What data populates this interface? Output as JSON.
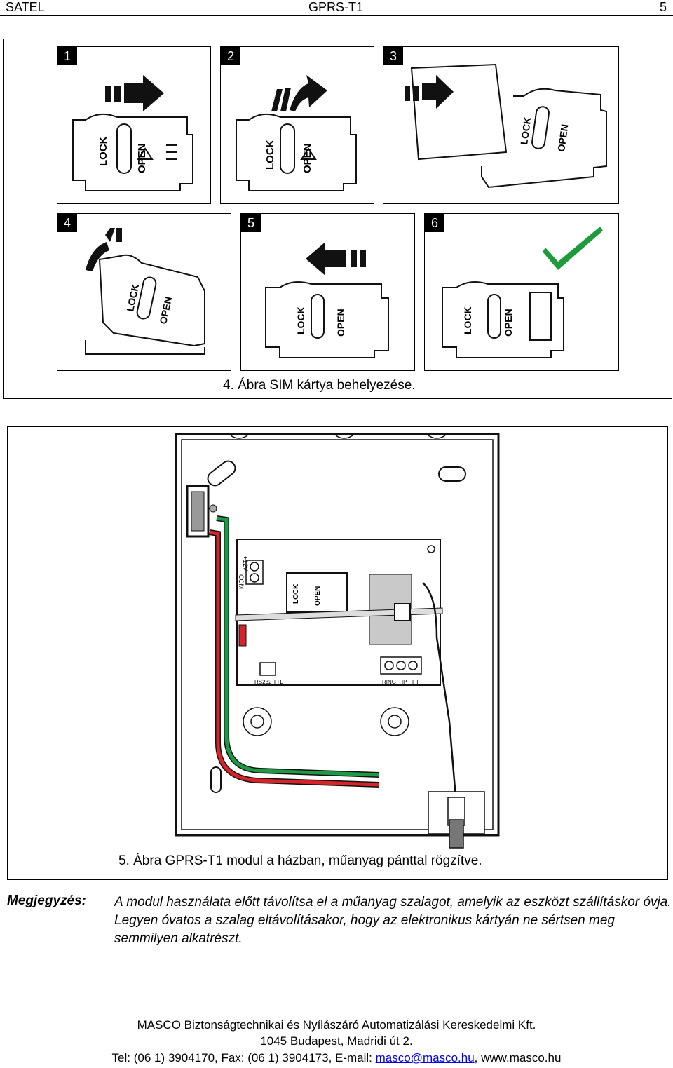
{
  "header": {
    "left": "SATEL",
    "center": "GPRS-T1",
    "page": "5"
  },
  "figure4": {
    "panels": [
      {
        "num": "1"
      },
      {
        "num": "2"
      },
      {
        "num": "3"
      },
      {
        "num": "4"
      },
      {
        "num": "5"
      },
      {
        "num": "6"
      }
    ],
    "holder_lock": "LOCK",
    "holder_open": "OPEN",
    "caption": "4. Ábra SIM kártya behelyezése."
  },
  "figure5": {
    "terminal_power": "+12V",
    "terminal_com": "COM",
    "sim_lock": "LOCK",
    "sim_open": "OPEN",
    "rs232": "RS232 TTL",
    "ring": "RING",
    "tip": "TIP",
    "ft": "FT",
    "caption": "5. Ábra GPRS-T1 modul a házban, műanyag pánttal rögzítve."
  },
  "note": {
    "label": "Megjegyzés:",
    "text": "A modul használata előtt távolítsa el a műanyag szalagot, amelyik az eszközt szállításkor óvja. Legyen óvatos a szalag eltávolításakor, hogy az elektronikus kártyán ne sértsen meg semmilyen alkatrészt."
  },
  "footer": {
    "company": "MASCO Biztonságtechnikai és Nyílászáró Automatizálási Kereskedelmi Kft.",
    "address": "1045 Budapest, Madridi út 2.",
    "contact_prefix": "Tel: (06 1) 3904170, Fax: (06 1) 3904173, E-mail: ",
    "email": "masco@masco.hu",
    "contact_sep": ", ",
    "web": "www.masco.hu"
  },
  "colors": {
    "wire_red": "#d8232a",
    "wire_green": "#1a9a45",
    "check_green": "#1d9a3c"
  }
}
